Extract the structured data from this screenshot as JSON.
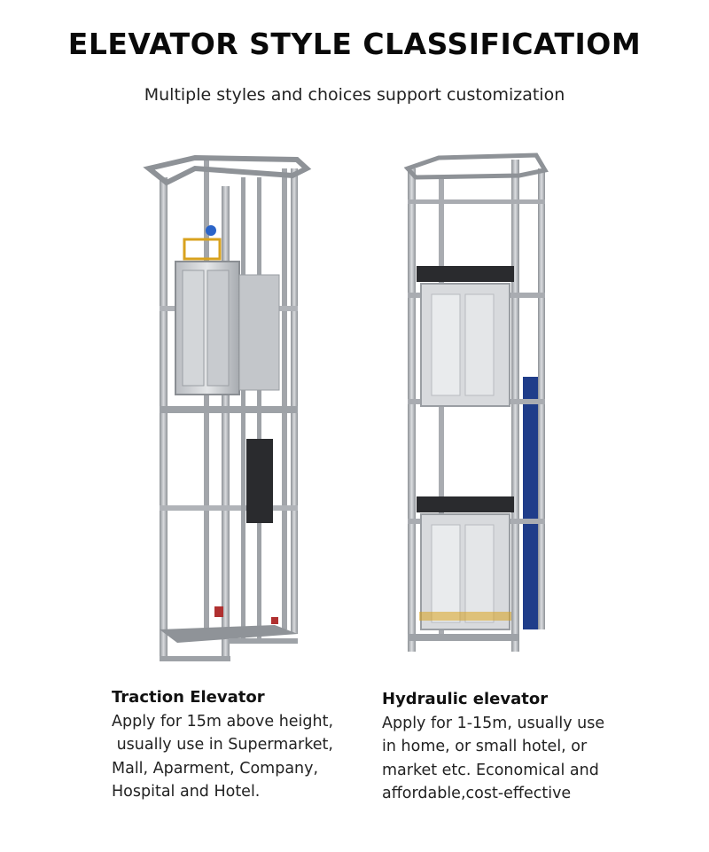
{
  "header": {
    "title": "ELEVATOR STYLE CLASSIFICATIOM",
    "subtitle": "Multiple styles and choices support customization"
  },
  "products": [
    {
      "title": "Traction Elevator",
      "lines": [
        "Apply for 15m above height,",
        " usually use in Supermarket,",
        "Mall, Aparment, Company,",
        "Hospital and Hotel."
      ]
    },
    {
      "title": "Hydraulic elevator",
      "lines": [
        "Apply for 1-15m, usually use",
        "in home, or small hotel, or",
        "market etc. Economical and",
        "affordable,cost-effective"
      ]
    }
  ],
  "colors": {
    "frame": "#a9acb1",
    "frame_dark": "#7d8186",
    "cabin": "#c9ccd0",
    "hydraulic_blue": "#1f3d8a",
    "accent_gold": "#d8a21e"
  }
}
